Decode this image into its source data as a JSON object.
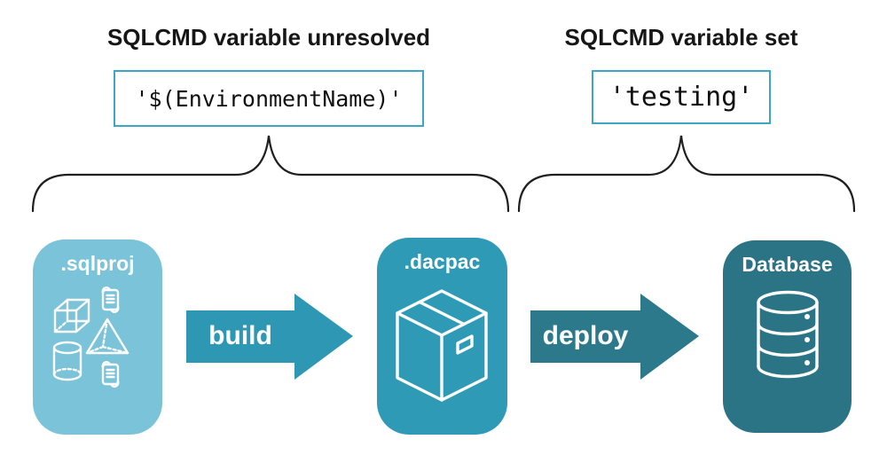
{
  "colors": {
    "card-sqlproj": "#7AC3D9",
    "card-dacpac": "#2F9AB5",
    "card-database": "#2A7486",
    "arrow-build": "#2E97B3",
    "arrow-deploy": "#2C798C",
    "code-border": "#3BA6C6",
    "text": "#161616",
    "brace": "#1F1F1F"
  },
  "annotations": {
    "unresolved": {
      "heading": "SQLCMD variable unresolved",
      "code": "'$(EnvironmentName)'"
    },
    "set": {
      "heading": "SQLCMD variable set",
      "code": "'testing'"
    }
  },
  "pipeline": {
    "sqlproj": {
      "label": ".sqlproj",
      "icons": [
        "script-icon",
        "cube-icon",
        "pyramid-icon",
        "cylinder-icon",
        "script-icon"
      ]
    },
    "dacpac": {
      "label": ".dacpac",
      "icons": [
        "package-box-icon"
      ]
    },
    "database": {
      "label": "Database",
      "icons": [
        "database-cylinder-icon"
      ]
    },
    "build": {
      "label": "build"
    },
    "deploy": {
      "label": "deploy"
    }
  }
}
